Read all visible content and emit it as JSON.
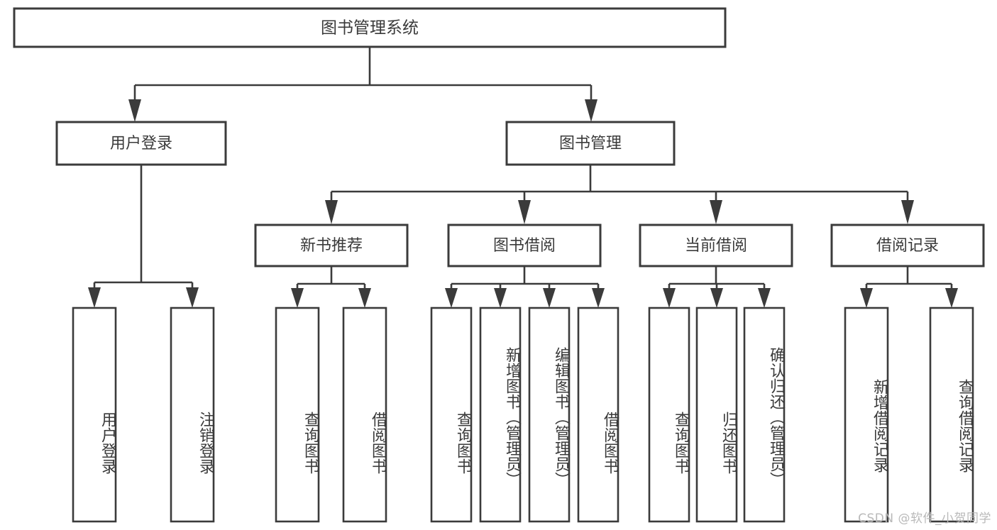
{
  "diagram": {
    "type": "tree-hierarchy",
    "title": "图书管理系统",
    "watermark": "CSDN @软件_小贺同学",
    "colors": {
      "stroke": "#3b3b3b",
      "text": "#3a3a3a",
      "background": "#ffffff",
      "watermark": "#b9b9b9"
    },
    "root": {
      "label": "图书管理系统"
    },
    "level2": [
      {
        "label": "用户登录"
      },
      {
        "label": "图书管理"
      }
    ],
    "level3": [
      {
        "label": "新书推荐"
      },
      {
        "label": "图书借阅"
      },
      {
        "label": "当前借阅"
      },
      {
        "label": "借阅记录"
      }
    ],
    "leaves": {
      "user_login": [
        {
          "label": "用户登录"
        },
        {
          "label": "注销登录"
        }
      ],
      "new_book_recommend": [
        {
          "label": "查询图书"
        },
        {
          "label": "借阅图书"
        }
      ],
      "book_borrow": [
        {
          "label": "查询图书"
        },
        {
          "label": "新增图书（管理员）"
        },
        {
          "label": "编辑图书（管理员）"
        },
        {
          "label": "借阅图书"
        }
      ],
      "current_borrow": [
        {
          "label": "查询图书"
        },
        {
          "label": "归还图书"
        },
        {
          "label": "确认归还（管理员）"
        }
      ],
      "borrow_record": [
        {
          "label": "新增借阅记录"
        },
        {
          "label": "查询借阅记录"
        }
      ]
    }
  }
}
